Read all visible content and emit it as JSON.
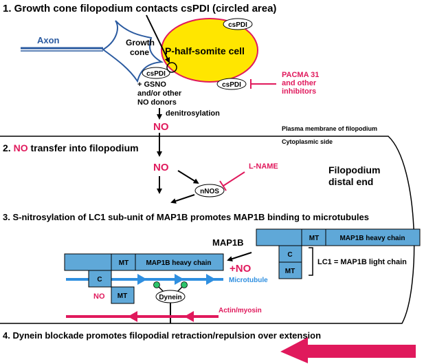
{
  "step1": {
    "title": "1. Growth cone filopodium contacts csPDI (circled area)"
  },
  "labels": {
    "axon": "Axon",
    "growth_cone_line1": "Growth",
    "growth_cone_line2": "cone",
    "p_half_somite": "P-half-somite cell",
    "cspdi_top": "csPDI",
    "cspdi_contact": "csPDI",
    "cspdi_right": "csPDI",
    "gsno_line1": "+ GSNO",
    "gsno_line2": "and/or other",
    "gsno_line3": "NO donors",
    "pacma_line1": "PACMA 31",
    "pacma_line2": "and other",
    "pacma_line3": "inhibitors",
    "denitrosylation": "denitrosylation",
    "no_top": "NO",
    "plasma_membrane": "Plasma membrane of filopodium",
    "cytoplasmic_side": "Cytoplasmic side"
  },
  "step2": {
    "no": "NO",
    "title": " transfer into filopodium"
  },
  "step2_labels": {
    "no2": "NO",
    "nnos": "nNOS",
    "lname": "L-NAME",
    "distal_line1": "Filopodium",
    "distal_line2": "distal end"
  },
  "step3": {
    "title": "3. S-nitrosylation of LC1 sub-unit of MAP1B promotes MAP1B binding to microtubules"
  },
  "step3_labels": {
    "map1b": "MAP1B",
    "mt_right": "MT",
    "heavy_right": "MAP1B heavy chain",
    "c_right": "C",
    "mt_right_lc": "MT",
    "lc1_label": "LC1 = MAP1B light chain",
    "mt_left": "MT",
    "heavy_left": "MAP1B heavy chain",
    "plus_no": "+NO",
    "c_left": "C",
    "microtubule": "Microtubule",
    "no_left": "NO",
    "mt_left_lc": "MT",
    "dynein": "Dynein",
    "actin": "Actin/myosin"
  },
  "step4": {
    "title": "4. Dynein blockade promotes filopodial retraction/repulsion over extension"
  },
  "colors": {
    "magenta": "#e0195c",
    "yellow": "#ffe600",
    "blue_box": "#5fa8d8",
    "microtubule": "#2f8fe0",
    "axon": "#2a5aa0",
    "green": "#2ec36a"
  }
}
